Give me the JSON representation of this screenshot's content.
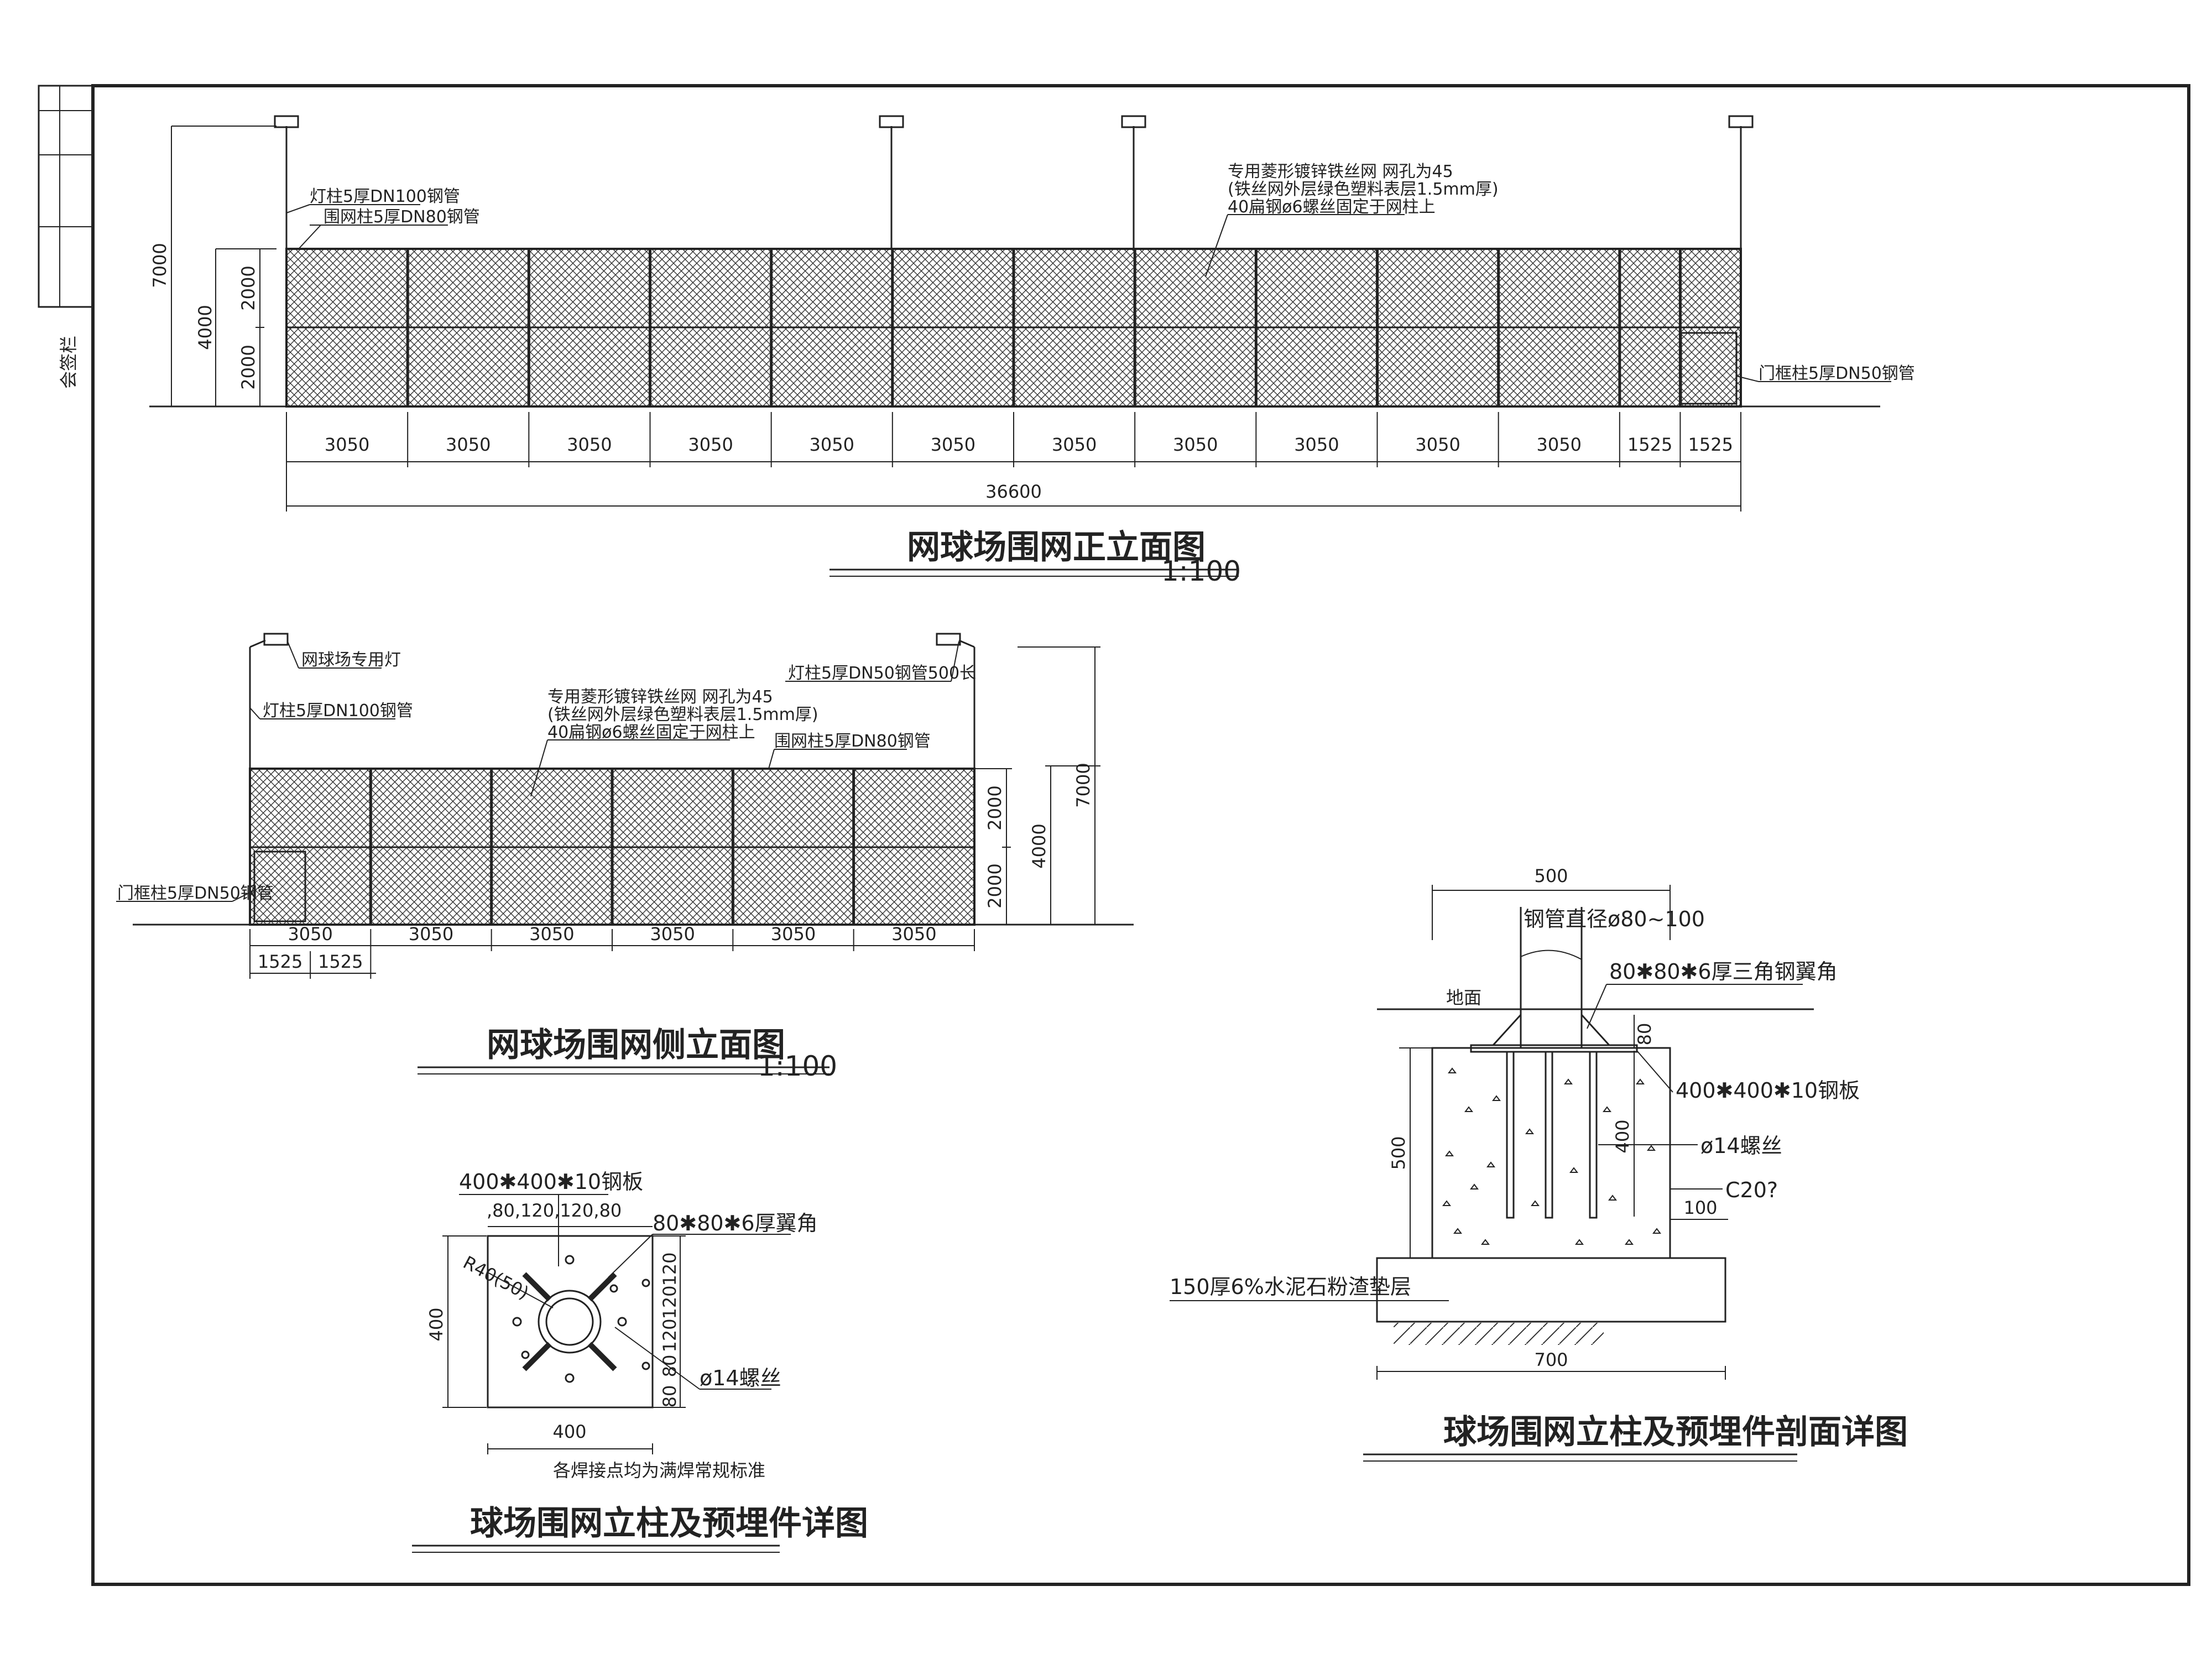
{
  "sidebar": {
    "sign_label": "会签栏"
  },
  "front": {
    "title": "网球场围网正立面图",
    "scale": "1:100",
    "labels": {
      "light_pole": "灯柱5厚DN100钢管",
      "fence_post": "围网柱5厚DN80钢管",
      "mesh_1": "专用菱形镀锌铁丝网  网孔为45",
      "mesh_2": "(铁丝网外层绿色塑料表层1.5mm厚)",
      "mesh_3": "40扁钢ø6螺丝固定于网柱上",
      "door_post": "门框柱5厚DN50钢管"
    },
    "dims": {
      "h_total": "7000",
      "h_fence": "4000",
      "h_upper": "2000",
      "h_lower": "2000",
      "bays": [
        "3050",
        "3050",
        "3050",
        "3050",
        "3050",
        "3050",
        "3050",
        "3050",
        "3050",
        "3050",
        "3050",
        "1525",
        "1525"
      ],
      "total": "36600"
    }
  },
  "side": {
    "title": "网球场围网侧立面图",
    "scale": "1:100",
    "labels": {
      "court_light": "网球场专用灯",
      "light_pole": "灯柱5厚DN100钢管",
      "light_arm": "灯柱5厚DN50钢管500长",
      "mesh_1": "专用菱形镀锌铁丝网  网孔为45",
      "mesh_2": "(铁丝网外层绿色塑料表层1.5mm厚)",
      "mesh_3": "40扁钢ø6螺丝固定于网柱上",
      "fence_post": "围网柱5厚DN80钢管",
      "door_post": "门框柱5厚DN50钢管"
    },
    "dims": {
      "h_total": "7000",
      "h_fence": "4000",
      "h_upper": "2000",
      "h_lower": "2000",
      "bays": [
        "3050",
        "3050",
        "3050",
        "3050",
        "3050",
        "3050"
      ],
      "door": [
        "1525",
        "1525"
      ]
    }
  },
  "plate": {
    "title": "球场围网立柱及预埋件详图",
    "labels": {
      "plate": "400✱400✱10钢板",
      "spacing": ",80,120,120,80",
      "angle": "80✱80✱6厚翼角",
      "radius": "R40(50)",
      "bolt": "ø14螺丝",
      "weld_note": "各焊接点均为满焊常规标准"
    },
    "dims": {
      "height": "400",
      "width": "400",
      "right": [
        "120",
        "120",
        "120",
        "80",
        "80"
      ]
    }
  },
  "section": {
    "title": "球场围网立柱及预埋件剖面详图",
    "labels": {
      "pipe": "钢管直径ø80~100",
      "angle": "80✱80✱6厚三角钢翼角",
      "ground": "地面",
      "plate": "400✱400✱10钢板",
      "bolt": "ø14螺丝",
      "concrete": "C20?",
      "cushion": "150厚6%水泥石粉渣垫层"
    },
    "dims": {
      "top": "500",
      "height": "500",
      "d80": "80",
      "d400": "400",
      "d100": "100",
      "bottom": "700"
    }
  },
  "colors": {
    "line": "#222222",
    "paper": "#ffffff"
  }
}
